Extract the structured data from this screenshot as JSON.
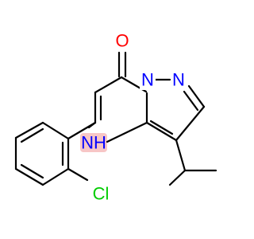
{
  "molecule": {
    "atoms": {
      "o": {
        "label": "O",
        "color": "#ff0000"
      },
      "n_pyr1": {
        "label": "N",
        "color": "#0000ff"
      },
      "n_pyr2": {
        "label": "N",
        "color": "#0000ff"
      },
      "nh": {
        "label": "NH",
        "color": "#0000ff"
      },
      "cl": {
        "label": "Cl",
        "color": "#00cc00"
      }
    },
    "highlight_color": "#f7c6c6"
  }
}
